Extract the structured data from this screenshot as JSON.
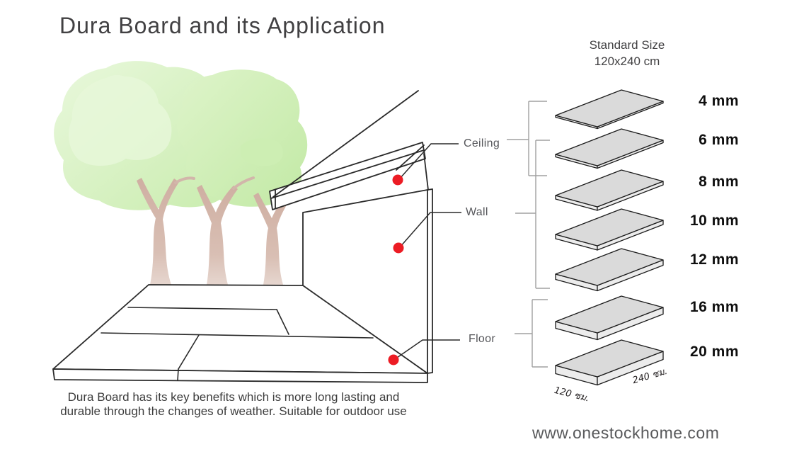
{
  "header": {
    "title": "Dura Board and its Application"
  },
  "standard_size": {
    "line1": "Standard Size",
    "line2": "120x240 cm"
  },
  "annotations": {
    "ceiling": "Ceiling",
    "wall": "Wall",
    "floor": "Floor",
    "marker_color": "#ec1c24"
  },
  "boards": {
    "items": [
      {
        "label": "4 mm"
      },
      {
        "label": "6 mm"
      },
      {
        "label": "8 mm"
      },
      {
        "label": "10 mm"
      },
      {
        "label": "12 mm"
      },
      {
        "label": "16 mm"
      },
      {
        "label": "20 mm"
      }
    ],
    "width_label": "120 ซม.",
    "length_label": "240 ซม.",
    "board_fill": "#dadada",
    "groupings": {
      "ceiling_group": [
        "4 mm",
        "6 mm",
        "8 mm"
      ],
      "wall_group": [
        "6 mm",
        "8 mm",
        "10 mm",
        "12 mm"
      ],
      "floor_group": [
        "16 mm",
        "20 mm"
      ]
    }
  },
  "footer": {
    "benefits_line1": "Dura Board has its key benefits which is more long lasting and",
    "benefits_line2": "durable through the changes of weather. Suitable for outdoor use",
    "website": "www.onestockhome.com"
  },
  "colors": {
    "accent_red": "#ec1c24",
    "line": "#2a2a2a",
    "bracket_gray": "#a0a0a0",
    "canopy_green": "#cfeeb5",
    "trunk_brown": "#d3b5a9"
  }
}
